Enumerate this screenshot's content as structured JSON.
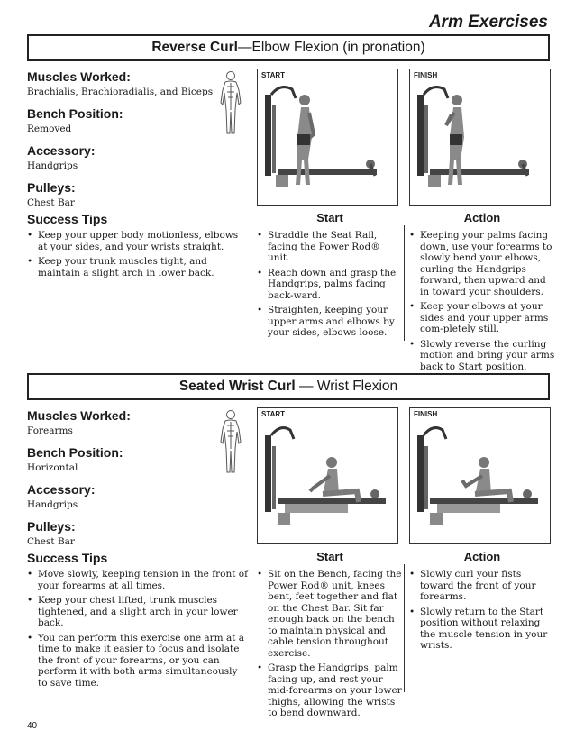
{
  "header": {
    "title": "Arm Exercises"
  },
  "sections": [
    {
      "title_bold": "Reverse Curl",
      "title_sep": "—",
      "title_rest": "Elbow Flexion (in pronation)",
      "muscles_label": "Muscles Worked:",
      "muscles": "Brachialis, Brachioradialis, and Biceps",
      "bench_label": "Bench Position:",
      "bench": "Removed",
      "accessory_label": "Accessory:",
      "accessory": "Handgrips",
      "pulleys_label": "Pulleys:",
      "pulleys": "Chest Bar",
      "tips_label": "Success Tips",
      "tips": [
        "Keep your upper body motionless, elbows at your sides, and your wrists straight.",
        "Keep your trunk muscles tight, and maintain a slight arch in lower back."
      ],
      "photo_start_label": "START",
      "photo_finish_label": "FINISH",
      "start_label": "Start",
      "start_items": [
        "Straddle the Seat Rail, facing the Power Rod® unit.",
        "Reach down and grasp the Handgrips, palms facing back-ward.",
        "Straighten, keeping your upper arms and elbows by your sides, elbows loose."
      ],
      "action_label": "Action",
      "action_items": [
        "Keeping your palms facing down, use your forearms to slowly bend your elbows, curling the Handgrips forward, then upward and in toward your shoulders.",
        "Keep your elbows at your sides and your upper arms com-pletely still.",
        "Slowly reverse the curling motion and bring your arms back to Start position."
      ]
    },
    {
      "title_bold": "Seated Wrist Curl",
      "title_sep": " — ",
      "title_rest": "Wrist Flexion",
      "muscles_label": "Muscles Worked:",
      "muscles": "Forearms",
      "bench_label": "Bench Position:",
      "bench": "Horizontal",
      "accessory_label": "Accessory:",
      "accessory": "Handgrips",
      "pulleys_label": "Pulleys:",
      "pulleys": "Chest Bar",
      "tips_label": "Success Tips",
      "tips": [
        "Move slowly, keeping tension in the front of your forearms at all times.",
        "Keep your chest lifted, trunk muscles tightened, and a slight arch in your lower back.",
        "You can perform this exercise one arm at a time to make it easier to focus and isolate the front of your forearms, or you can perform it with both arms simultaneously to save time."
      ],
      "photo_start_label": "START",
      "photo_finish_label": "FINISH",
      "start_label": "Start",
      "start_items": [
        "Sit on the Bench, facing the Power Rod® unit, knees bent, feet together and flat on the Chest Bar. Sit far enough back on the bench to maintain physical and cable tension throughout exercise.",
        "Grasp the Handgrips, palm facing up, and rest your mid-forearms on your lower thighs, allowing the wrists to bend downward."
      ],
      "action_label": "Action",
      "action_items": [
        "Slowly curl your fists toward the front of your forearms.",
        "Slowly return to the Start position without relaxing the muscle tension in your wrists."
      ]
    }
  ],
  "footer": {
    "page_number": "40"
  }
}
